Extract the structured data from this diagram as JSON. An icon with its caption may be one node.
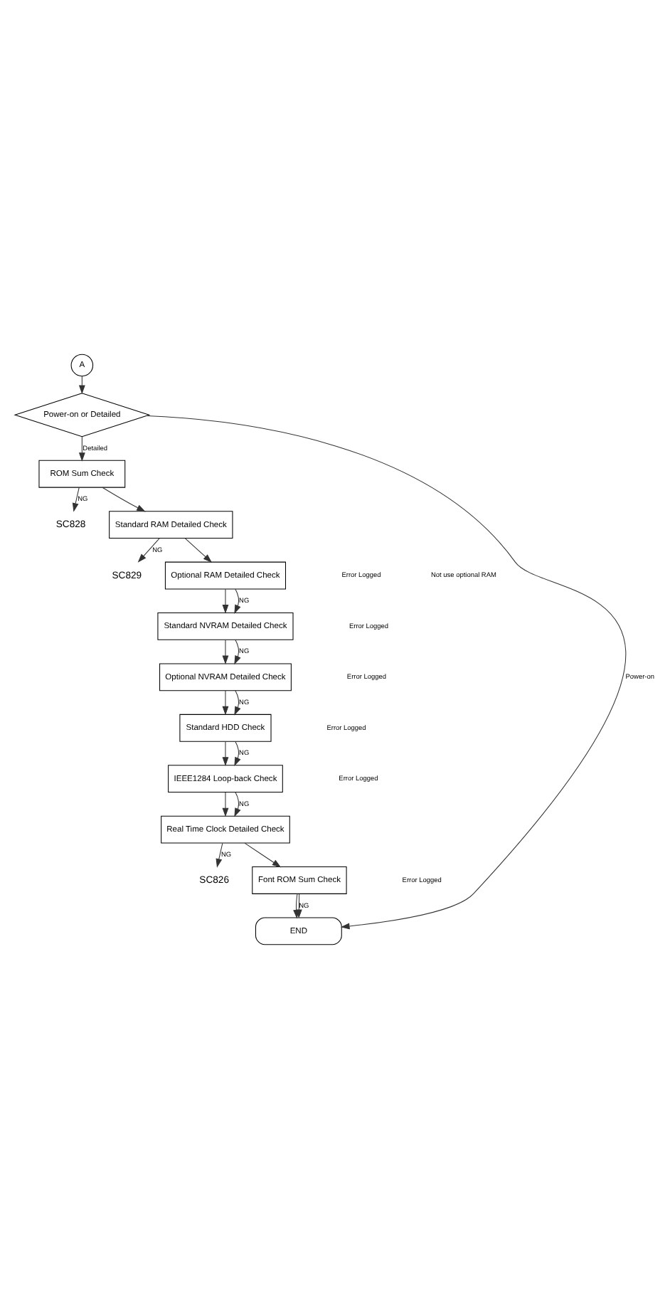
{
  "diagram": {
    "nodes": [
      {
        "text": [
          "A"
        ]
      },
      {
        "text": [
          "Power-on or Detailed"
        ]
      },
      {
        "text": [
          "ROM Sum Check"
        ]
      },
      {
        "text": [
          "SC828"
        ]
      },
      {
        "text": [
          "Standard RAM Detailed Check"
        ]
      },
      {
        "text": [
          "SC829"
        ]
      },
      {
        "text": [
          "Optional RAM Detailed Check"
        ]
      },
      {
        "text": [
          "Standard NVRAM Detailed Check"
        ]
      },
      {
        "text": [
          "Optional NVRAM Detailed Check"
        ]
      },
      {
        "text": [
          "Standard HDD Check"
        ]
      },
      {
        "text": [
          "IEEE1284 Loop-back Check"
        ]
      },
      {
        "text": [
          "Real Time Clock Detailed Check"
        ]
      },
      {
        "text": [
          "SC826"
        ]
      },
      {
        "text": [
          "Font ROM Sum Check"
        ]
      },
      {
        "text": [
          "END"
        ]
      }
    ],
    "edges": [
      {
        "from": 0,
        "to": 1,
        "arrow": "to"
      },
      {
        "from": 1,
        "to": 2,
        "label": "Detailed",
        "arrow": "to"
      },
      {
        "from": 1,
        "to": 14,
        "label": "Power-on",
        "arrow": "to"
      },
      {
        "from": 2,
        "to": 3,
        "label": "NG",
        "arrow": "to"
      },
      {
        "from": 2,
        "to": 4,
        "arrow": "to"
      },
      {
        "from": 4,
        "to": 5,
        "label": "NG",
        "arrow": "to"
      },
      {
        "from": 4,
        "to": 6,
        "arrow": "to"
      },
      {
        "from": 6,
        "to": 7,
        "arrow": "to"
      },
      {
        "from": 6,
        "to": 7,
        "label": "NG",
        "arrow": "to"
      },
      {
        "from": 7,
        "to": 8,
        "arrow": "to"
      },
      {
        "from": 7,
        "to": 8,
        "label": "NG",
        "arrow": "to"
      },
      {
        "from": 8,
        "to": 9,
        "arrow": "to"
      },
      {
        "from": 8,
        "to": 9,
        "label": "NG",
        "arrow": "to"
      },
      {
        "from": 9,
        "to": 10,
        "arrow": "to"
      },
      {
        "from": 9,
        "to": 10,
        "label": "NG",
        "arrow": "to"
      },
      {
        "from": 10,
        "to": 11,
        "arrow": "to"
      },
      {
        "from": 10,
        "to": 11,
        "label": "NG",
        "arrow": "to"
      },
      {
        "from": 11,
        "to": 12,
        "label": "NG",
        "arrow": "to"
      },
      {
        "from": 11,
        "to": 13,
        "arrow": "to"
      },
      {
        "from": 13,
        "to": 14,
        "arrow": "to"
      },
      {
        "from": 13,
        "to": 14,
        "label": "NG",
        "arrow": "to"
      }
    ],
    "labels": [
      "Not use optional RAM",
      "Error Logged",
      "Error Logged",
      "Error Logged",
      "Error Logged",
      "Error Logged",
      "Error Logged"
    ]
  }
}
